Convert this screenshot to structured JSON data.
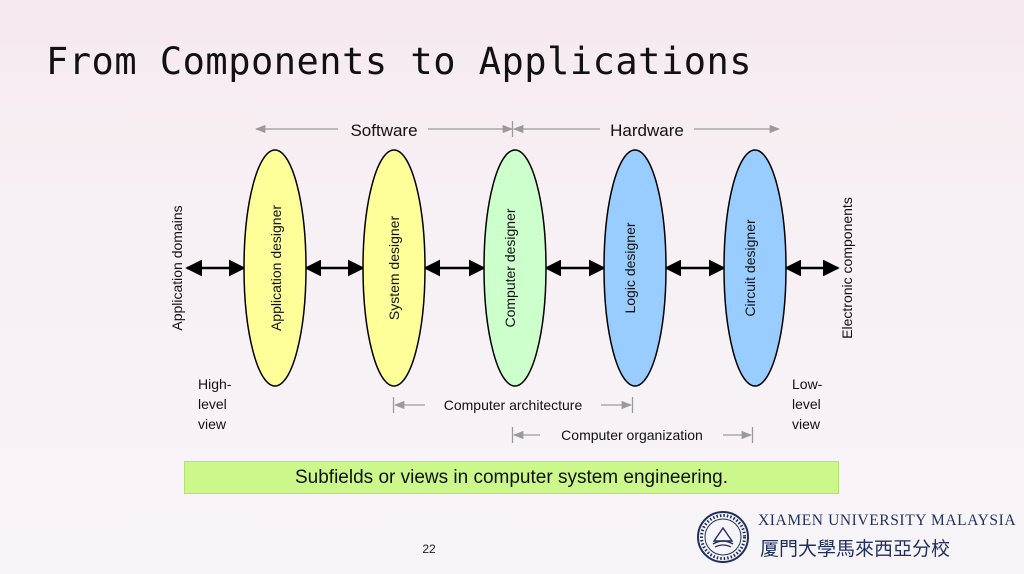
{
  "slide": {
    "title": "From Components to Applications",
    "page_number": "22",
    "caption": "Subfields or views in computer system engineering."
  },
  "diagram": {
    "spans": {
      "software": "Software",
      "hardware": "Hardware",
      "computer_architecture": "Computer architecture",
      "computer_organization": "Computer organization"
    },
    "endpoints": {
      "left": "Application domains",
      "right": "Electronic components"
    },
    "view_labels": {
      "high": [
        "High-",
        "level",
        "view"
      ],
      "low": [
        "Low-",
        "level",
        "view"
      ]
    },
    "designers": [
      {
        "label": "Application designer",
        "color": "#ffff99"
      },
      {
        "label": "System designer",
        "color": "#ffff99"
      },
      {
        "label": "Computer designer",
        "color": "#ccffcc"
      },
      {
        "label": "Logic designer",
        "color": "#99ccff"
      },
      {
        "label": "Circuit designer",
        "color": "#99ccff"
      }
    ]
  },
  "logo": {
    "english": "XIAMEN UNIVERSITY MALAYSIA",
    "chinese": "厦門大學馬來西亞分校"
  }
}
